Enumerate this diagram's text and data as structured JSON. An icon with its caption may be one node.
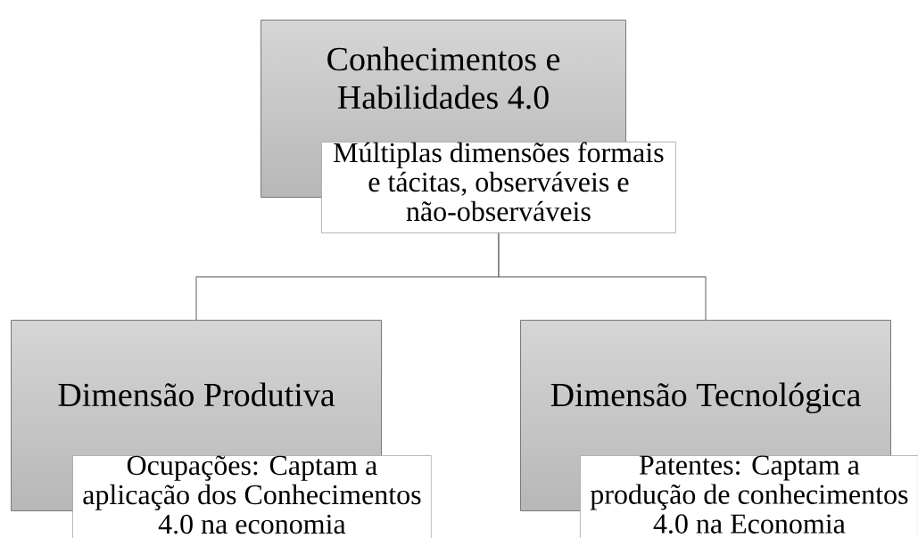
{
  "diagram": {
    "nodes": [
      {
        "text": [
          "Conhecimentos e Habilidades 4.0"
        ]
      },
      {
        "text": [
          "Múltiplas dimensões formais e tácitas, observáveis e não-observáveis"
        ]
      },
      {
        "text": [
          "Dimensão Produtiva"
        ]
      },
      {
        "text": [
          "Ocupações: Captam a aplicação dos Conhecimentos 4.0 na economia"
        ]
      },
      {
        "text": [
          "Dimensão Tecnológica"
        ]
      },
      {
        "text": [
          "Patentes: Captam a produção de conhecimentos 4.0 na Economia"
        ]
      }
    ],
    "edges": [
      {
        "from": 1,
        "to": 2,
        "arrow": "none"
      },
      {
        "from": 1,
        "to": 4,
        "arrow": "none"
      }
    ]
  }
}
